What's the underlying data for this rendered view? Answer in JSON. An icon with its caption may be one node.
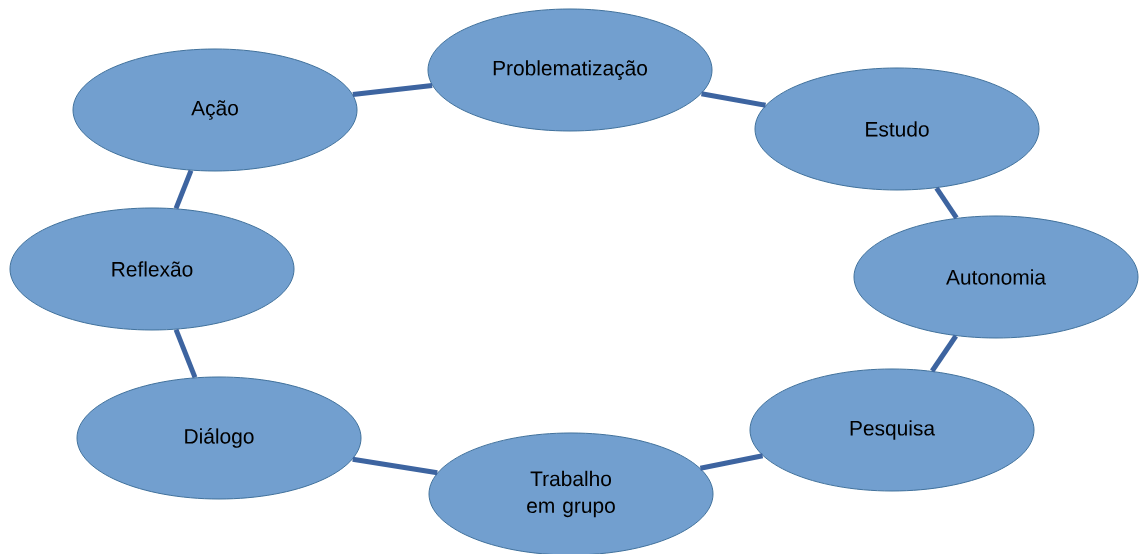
{
  "diagram": {
    "nodes": [
      {
        "text": [
          "Ação"
        ]
      },
      {
        "text": [
          "Problematização"
        ]
      },
      {
        "text": [
          "Estudo"
        ]
      },
      {
        "text": [
          "Reflexão"
        ]
      },
      {
        "text": [
          "Autonomia"
        ]
      },
      {
        "text": [
          "Pesquisa"
        ]
      },
      {
        "text": [
          "Diálogo"
        ]
      },
      {
        "text": [
          "Trabalho em grupo"
        ]
      }
    ],
    "edges": [
      {
        "from": 0,
        "to": 1,
        "arrow": "none"
      },
      {
        "from": 1,
        "to": 2,
        "arrow": "none"
      },
      {
        "from": 2,
        "to": 4,
        "arrow": "none"
      },
      {
        "from": 4,
        "to": 5,
        "arrow": "none"
      },
      {
        "from": 5,
        "to": 7,
        "arrow": "none"
      },
      {
        "from": 7,
        "to": 6,
        "arrow": "none"
      },
      {
        "from": 6,
        "to": 3,
        "arrow": "none"
      },
      {
        "from": 3,
        "to": 0,
        "arrow": "none"
      }
    ]
  }
}
